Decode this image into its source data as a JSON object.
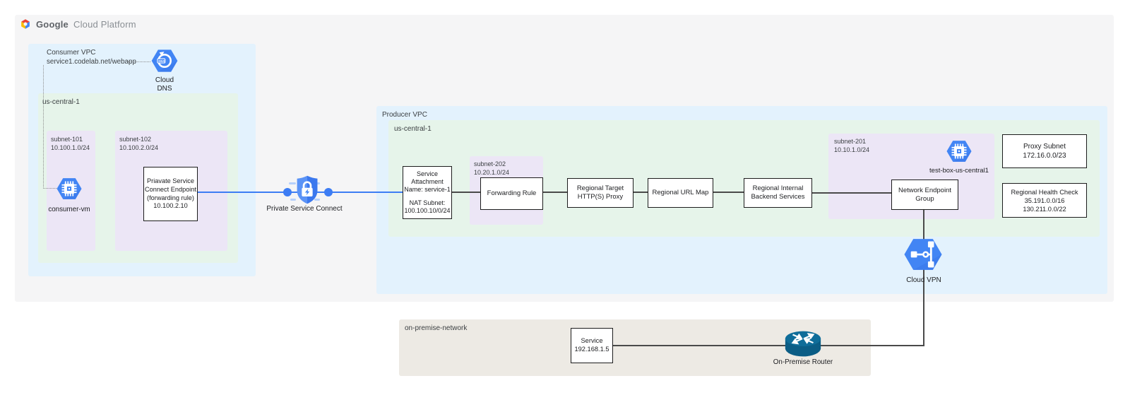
{
  "header": {
    "brand": "Google",
    "brand_suffix": "Cloud Platform"
  },
  "consumer_vpc": {
    "label": "Consumer VPC",
    "dns_record": "service1.codelab.net/webapp",
    "cloud_dns": {
      "badge": "DNS",
      "label_lines": [
        "Cloud",
        "DNS"
      ]
    },
    "region_label": "us-central-1",
    "subnet_101": {
      "name": "subnet-101",
      "cidr": "10.100.1.0/24"
    },
    "consumer_vm_label": "consumer-vm",
    "subnet_102": {
      "name": "subnet-102",
      "cidr": "10.100.2.0/24"
    },
    "psc_endpoint": {
      "lines": [
        "Priavate Service",
        "Connect Endpoint",
        "(forwarding rule)",
        "10.100.2.10"
      ]
    }
  },
  "psc": {
    "label": "Private Service Connect"
  },
  "producer_vpc": {
    "label": "Producer VPC",
    "region_label": "us-central-1",
    "service_attachment": {
      "lines_top": [
        "Service",
        "Attachment",
        "Name: service-1"
      ],
      "lines_bottom": [
        "NAT Subnet:",
        "100.100.10/0/24"
      ]
    },
    "subnet_202": {
      "name": "subnet-202",
      "cidr": "10.20.1.0/24"
    },
    "forwarding_rule_label": "Forwarding Rule",
    "target_proxy_lines": [
      "Regional Target",
      "HTTP(S) Proxy"
    ],
    "url_map_label": "Regional URL Map",
    "backend_service_lines": [
      "Regional Internal",
      "Backend Services"
    ],
    "subnet_201": {
      "name": "subnet-201",
      "cidr": "10.10.1.0/24"
    },
    "test_box_label": "test-box-us-central1",
    "neg_lines": [
      "Network Endpoint",
      "Group"
    ],
    "proxy_subnet_lines": [
      "Proxy Subnet",
      "172.16.0.0/23"
    ],
    "health_check_lines": [
      "Regional Health Check",
      "35.191.0.0/16",
      "130.211.0.0/22"
    ]
  },
  "cloud_vpn_label": "Cloud VPN",
  "on_premise": {
    "label": "on-premise-network",
    "service_lines": [
      "Service",
      "192.168.1.5"
    ],
    "router_label": "On-Premise Router"
  },
  "colors": {
    "icon_blue": "#4285f4",
    "icon_blue_shadow": "#3a76ea",
    "connector_blue": "#3d7df4",
    "connector_gray": "#4a4a4a",
    "container_fill": "#f5f5f6",
    "vpc_fill": "#e3f2fd",
    "region_fill": "#e6f4ea",
    "subnet_fill": "#ece6f6",
    "on_premise_fill": "#edeae4",
    "router_teal": "#0f6d99"
  }
}
